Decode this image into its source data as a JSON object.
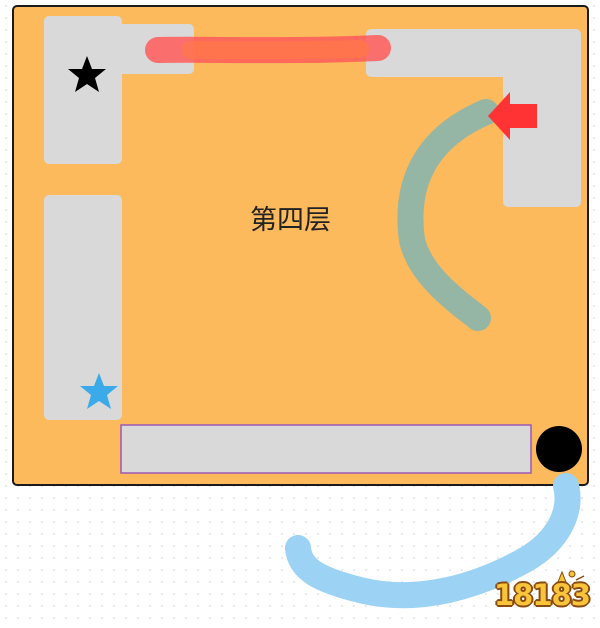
{
  "floor": {
    "label": "第四层",
    "floor_color": "#FDBA5C",
    "shelf_color": "#D9D9D9",
    "outline_color": "#1A1A1A"
  },
  "markers": {
    "start_star_color": "#000000",
    "goal_star_color": "#3BAAE8",
    "exit_dot_color": "#000000",
    "entry_arrow_color": "#FF3333",
    "highlight_shelf_border": "#9B59B6"
  },
  "routes": [
    {
      "id": "top-corridor",
      "color": "#FF5A5A"
    },
    {
      "id": "right-wall-path",
      "color": "#8FB5A8"
    },
    {
      "id": "outside-path",
      "color": "#9CD3F5"
    }
  ],
  "watermark": {
    "text": "18183",
    "icon": "sparkle-icon"
  }
}
